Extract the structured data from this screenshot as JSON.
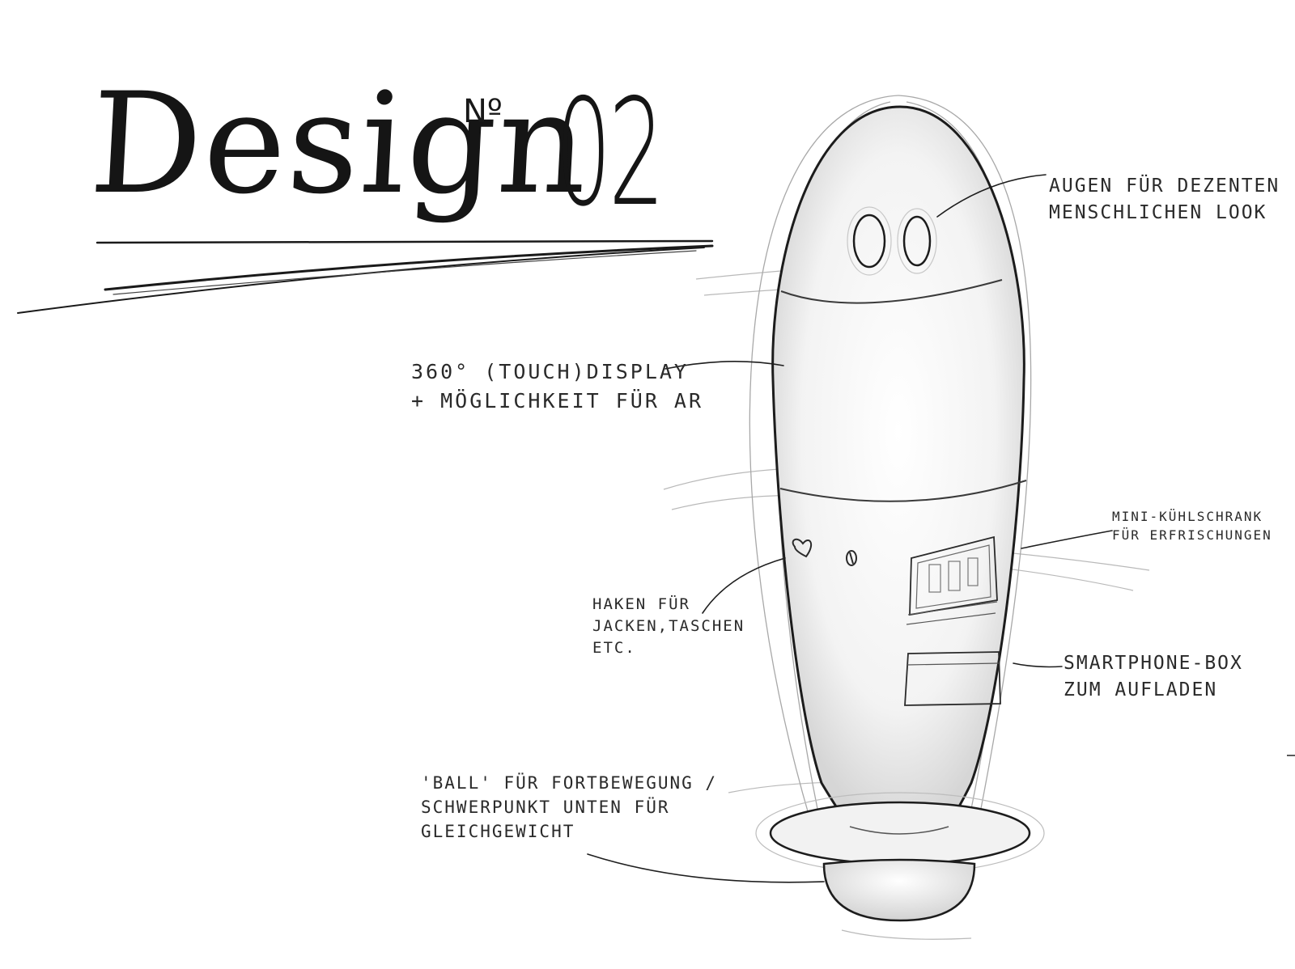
{
  "title": {
    "word": "Design",
    "number_sign": "Nº",
    "number": "02"
  },
  "annotations": {
    "eyes": [
      "AUGEN FÜR DEZENTEN",
      "MENSCHLICHEN LOOK"
    ],
    "display": [
      "360° (TOUCH)DISPLAY",
      "+ MÖGLICHKEIT FÜR AR"
    ],
    "fridge": [
      "MINI-KÜHLSCHRANK",
      "FÜR ERFRISCHUNGEN"
    ],
    "hooks": [
      "HAKEN FÜR",
      "JACKEN,TASCHEN",
      "ETC."
    ],
    "phone": [
      "SMARTPHONE-BOX",
      "ZUM AUFLADEN"
    ],
    "ball": [
      "'BALL' FÜR FORTBEWEGUNG /",
      "SCHWERPUNKT UNTEN FÜR",
      "GLEICHGEWICHT"
    ]
  },
  "colors": {
    "ink": "#1e1e1e",
    "pencil": "#9a9a9a",
    "paper": "#ffffff"
  }
}
